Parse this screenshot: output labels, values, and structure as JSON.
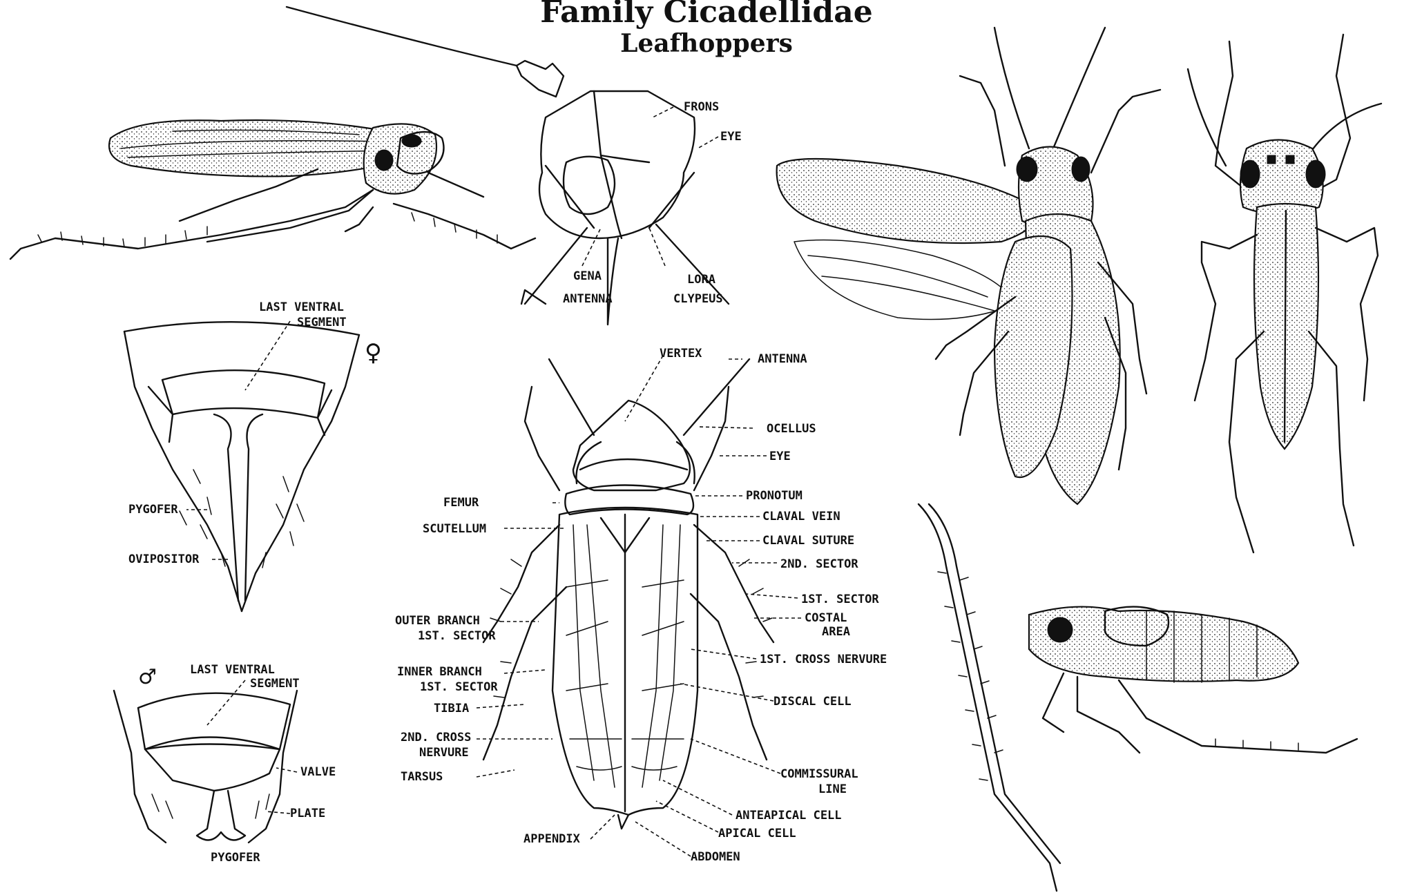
{
  "title": "Family Cicadellidae",
  "subtitle": "Leafhoppers",
  "head_labels": {
    "frons": "FRONS",
    "eye": "EYE",
    "gena": "GENA",
    "lora": "LORA",
    "antenna": "ANTENNA",
    "clypeus": "CLYPEUS"
  },
  "female_labels": {
    "last_ventral_1": "LAST VENTRAL",
    "last_ventral_2": "SEGMENT",
    "pygofer": "PYGOFER",
    "ovipositor": "OVIPOSITOR",
    "symbol": "♀"
  },
  "male_labels": {
    "last_ventral_1": "LAST VENTRAL",
    "last_ventral_2": "SEGMENT",
    "valve": "VALVE",
    "plate": "PLATE",
    "pygofer": "PYGOFER",
    "symbol": "♂"
  },
  "dorsal_labels": {
    "vertex": "VERTEX",
    "antenna": "ANTENNA",
    "ocellus": "OCELLUS",
    "eye": "EYE",
    "femur": "FEMUR",
    "pronotum": "PRONOTUM",
    "scutellum": "SCUTELLUM",
    "claval_vein": "CLAVAL VEIN",
    "claval_suture": "CLAVAL SUTURE",
    "second_sector": "2ND. SECTOR",
    "first_sector": "1ST. SECTOR",
    "costal_area_1": "COSTAL",
    "costal_area_2": "AREA",
    "outer_branch_1": "OUTER BRANCH",
    "outer_branch_2": "1ST. SECTOR",
    "inner_branch_1": "INNER BRANCH",
    "inner_branch_2": "1ST. SECTOR",
    "first_cross": "1ST. CROSS NERVURE",
    "tibia": "TIBIA",
    "discal_cell": "DISCAL CELL",
    "second_cross_1": "2ND. CROSS",
    "second_cross_2": "NERVURE",
    "tarsus": "TARSUS",
    "commissural_1": "COMMISSURAL",
    "commissural_2": "LINE",
    "anteapical": "ANTEAPICAL CELL",
    "apical": "APICAL CELL",
    "appendix": "APPENDIX",
    "abdomen": "ABDOMEN"
  }
}
